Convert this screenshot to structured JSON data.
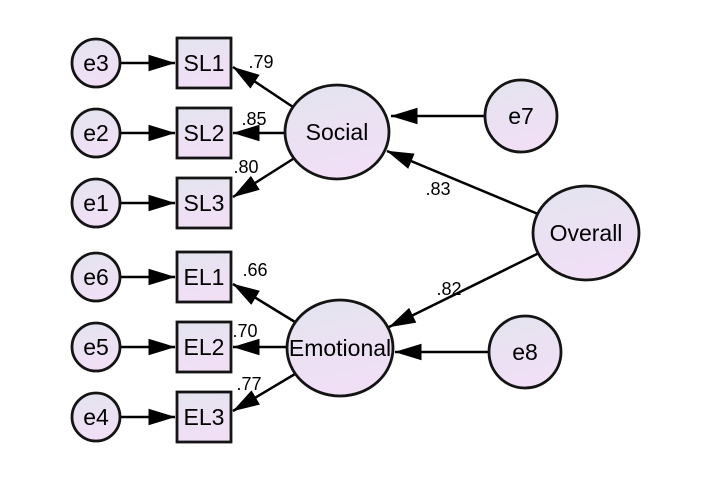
{
  "colors": {
    "background": "#ffffff",
    "node_fill_top": "#e3e4ee",
    "node_fill_bottom": "#f1dff6",
    "node_stroke": "#141414",
    "arrow": "#000000",
    "text": "#000000"
  },
  "model": {
    "type": "second-order confirmatory factor analysis path diagram",
    "second_order": {
      "label": "Overall"
    },
    "factors": [
      {
        "label": "Social"
      },
      {
        "label": "Emotional"
      }
    ],
    "structural_paths": [
      {
        "from": "Overall",
        "to": "Social",
        "coefficient": ".83"
      },
      {
        "from": "Overall",
        "to": "Emotional",
        "coefficient": ".82"
      }
    ],
    "factor_residuals": [
      {
        "label": "e7",
        "to": "Social"
      },
      {
        "label": "e8",
        "to": "Emotional"
      }
    ],
    "indicators": [
      {
        "label": "SL1",
        "factor": "Social",
        "loading": ".79",
        "error": {
          "label": "e3"
        }
      },
      {
        "label": "SL2",
        "factor": "Social",
        "loading": ".85",
        "error": {
          "label": "e2"
        }
      },
      {
        "label": "SL3",
        "factor": "Social",
        "loading": ".80",
        "error": {
          "label": "e1"
        }
      },
      {
        "label": "EL1",
        "factor": "Emotional",
        "loading": ".66",
        "error": {
          "label": "e6"
        }
      },
      {
        "label": "EL2",
        "factor": "Emotional",
        "loading": ".70",
        "error": {
          "label": "e5"
        }
      },
      {
        "label": "EL3",
        "factor": "Emotional",
        "loading": ".77",
        "error": {
          "label": "e4"
        }
      }
    ]
  }
}
